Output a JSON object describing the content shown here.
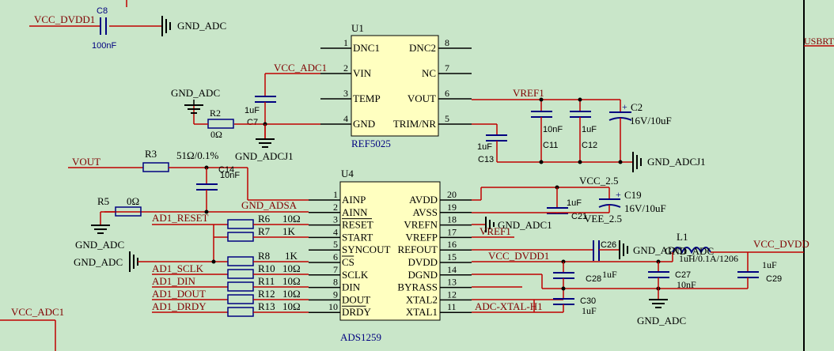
{
  "nets": {
    "vcc_dvdd1": "VCC_DVDD1",
    "gnd_adc": "GND_ADC",
    "vcc_adc1": "VCC_ADC1",
    "gnd_adcj1": "GND_ADCJ1",
    "vref1": "VREF1",
    "vout": "VOUT",
    "gnd_adsa": "GND_ADSA",
    "ad1_reset": "AD1_RESET",
    "ad1_sclk": "AD1_SCLK",
    "ad1_din": "AD1_DIN",
    "ad1_dout": "AD1_DOUT",
    "ad1_drdy": "AD1_DRDY",
    "vcc_2_5": "VCC_2.5",
    "vee_2_5": "VEE_2.5",
    "vcc_dvdd": "VCC_DVDD",
    "adc_xtal_h1": "ADC-XTAL-H1",
    "usbrt": "USBRT",
    "gnd_adc_pin18": "GND_ADC1",
    "vref1_pin17": "VREF1",
    "gnd_adc_c26": "GND_ADC1",
    "gnd_adc_l1": "GND_ADC",
    "gnd_adc_c28_bottom": "GND_ADC"
  },
  "u1": {
    "ref": "U1",
    "part": "REF5025",
    "pins_left": [
      {
        "num": "1",
        "name": "DNC1"
      },
      {
        "num": "2",
        "name": "VIN"
      },
      {
        "num": "3",
        "name": "TEMP"
      },
      {
        "num": "4",
        "name": "GND"
      }
    ],
    "pins_right": [
      {
        "num": "8",
        "name": "DNC2"
      },
      {
        "num": "7",
        "name": "NC"
      },
      {
        "num": "6",
        "name": "VOUT"
      },
      {
        "num": "5",
        "name": "TRIM/NR"
      }
    ]
  },
  "u4": {
    "ref": "U4",
    "part": "ADS1259",
    "pins_left": [
      {
        "num": "1",
        "name": "AINP"
      },
      {
        "num": "2",
        "name": "AINN"
      },
      {
        "num": "3",
        "name": "RESET"
      },
      {
        "num": "4",
        "name": "START"
      },
      {
        "num": "5",
        "name": "SYNCOUT"
      },
      {
        "num": "6",
        "name": "CS"
      },
      {
        "num": "7",
        "name": "SCLK"
      },
      {
        "num": "8",
        "name": "DIN"
      },
      {
        "num": "9",
        "name": "DOUT"
      },
      {
        "num": "10",
        "name": "DRDY"
      }
    ],
    "pins_right": [
      {
        "num": "20",
        "name": "AVDD"
      },
      {
        "num": "19",
        "name": "AVSS"
      },
      {
        "num": "18",
        "name": "VREFN"
      },
      {
        "num": "17",
        "name": "VREFP"
      },
      {
        "num": "16",
        "name": "REFOUT"
      },
      {
        "num": "15",
        "name": "DVDD"
      },
      {
        "num": "14",
        "name": "DGND"
      },
      {
        "num": "13",
        "name": "BYRASS"
      },
      {
        "num": "12",
        "name": "XTAL2"
      },
      {
        "num": "11",
        "name": "XTAL1"
      }
    ]
  },
  "components": {
    "c8": {
      "ref": "C8",
      "value": "100nF"
    },
    "r2": {
      "ref": "R2",
      "value": "0Ω"
    },
    "c7": {
      "ref": "C7",
      "value": "1uF"
    },
    "c11": {
      "ref": "C11",
      "value": "10nF"
    },
    "c12": {
      "ref": "C12",
      "value": "1uF"
    },
    "c13": {
      "ref": "C13",
      "value": "1uF"
    },
    "c2": {
      "ref": "C2",
      "value": "16V/10uF"
    },
    "r3": {
      "ref": "R3",
      "value": "51Ω/0.1%"
    },
    "c14": {
      "ref": "C14",
      "value": "10nF"
    },
    "r5": {
      "ref": "R5",
      "value": "0Ω"
    },
    "r6": {
      "ref": "R6",
      "value": "10Ω"
    },
    "r7": {
      "ref": "R7",
      "value": "1K"
    },
    "r8": {
      "ref": "R8",
      "value": "1K"
    },
    "r10": {
      "ref": "R10",
      "value": "10Ω"
    },
    "r11": {
      "ref": "R11",
      "value": "10Ω"
    },
    "r12": {
      "ref": "R12",
      "value": "10Ω"
    },
    "r13": {
      "ref": "R13",
      "value": "10Ω"
    },
    "c21": {
      "ref": "C21",
      "value": "1uF"
    },
    "c19": {
      "ref": "C19",
      "value": "16V/10uF"
    },
    "c26": {
      "ref": "C26",
      "value": ""
    },
    "c28": {
      "ref": "C28",
      "value": "1uF"
    },
    "c27": {
      "ref": "C27",
      "value": "10nF"
    },
    "c30": {
      "ref": "C30",
      "value": "1uF"
    },
    "l1": {
      "ref": "L1",
      "value": "1uH/0.1A/1206"
    },
    "c29": {
      "ref": "C29",
      "value": "1uF"
    }
  },
  "colors": {
    "background": "#c9e6c9",
    "wire": "#c00000",
    "component": "#000080",
    "label": "#800000",
    "pin_text": "#000000",
    "ic_fill": "#ffffc0"
  }
}
